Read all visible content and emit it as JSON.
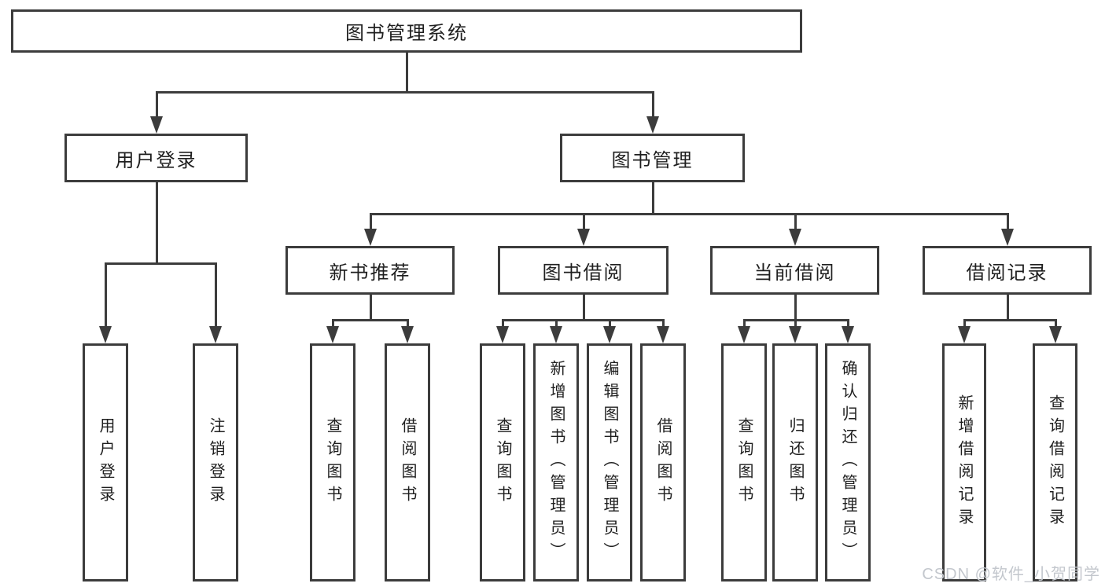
{
  "diagram": {
    "title": "图书管理系统",
    "tree": {
      "id": "root",
      "label": "图书管理系统",
      "children": [
        {
          "id": "user-login",
          "label": "用户登录",
          "children": [
            {
              "id": "leaf-user-login",
              "label": "用户登录"
            },
            {
              "id": "leaf-logout",
              "label": "注销登录"
            }
          ]
        },
        {
          "id": "book-mgmt",
          "label": "图书管理",
          "children": [
            {
              "id": "new-book",
              "label": "新书推荐",
              "children": [
                {
                  "id": "nb-query",
                  "label": "查询图书"
                },
                {
                  "id": "nb-borrow",
                  "label": "借阅图书"
                }
              ]
            },
            {
              "id": "book-borrow",
              "label": "图书借阅",
              "children": [
                {
                  "id": "bb-query",
                  "label": "查询图书"
                },
                {
                  "id": "bb-add",
                  "label": "新增图书（管理员）"
                },
                {
                  "id": "bb-edit",
                  "label": "编辑图书（管理员）"
                },
                {
                  "id": "bb-borrow",
                  "label": "借阅图书"
                }
              ]
            },
            {
              "id": "current-borrow",
              "label": "当前借阅",
              "children": [
                {
                  "id": "cb-query",
                  "label": "查询图书"
                },
                {
                  "id": "cb-return",
                  "label": "归还图书"
                },
                {
                  "id": "cb-confirm",
                  "label": "确认归还（管理员）"
                }
              ]
            },
            {
              "id": "borrow-records",
              "label": "借阅记录",
              "children": [
                {
                  "id": "br-add",
                  "label": "新增借阅记录"
                },
                {
                  "id": "br-query",
                  "label": "查询借阅记录"
                }
              ]
            }
          ]
        }
      ]
    }
  },
  "watermark": {
    "text": "CSDN @软件_小贺同学"
  },
  "colors": {
    "line": "#3c3c3c",
    "text": "#1f1f1f",
    "background": "#ffffff",
    "watermark": "#c3c7cd"
  }
}
